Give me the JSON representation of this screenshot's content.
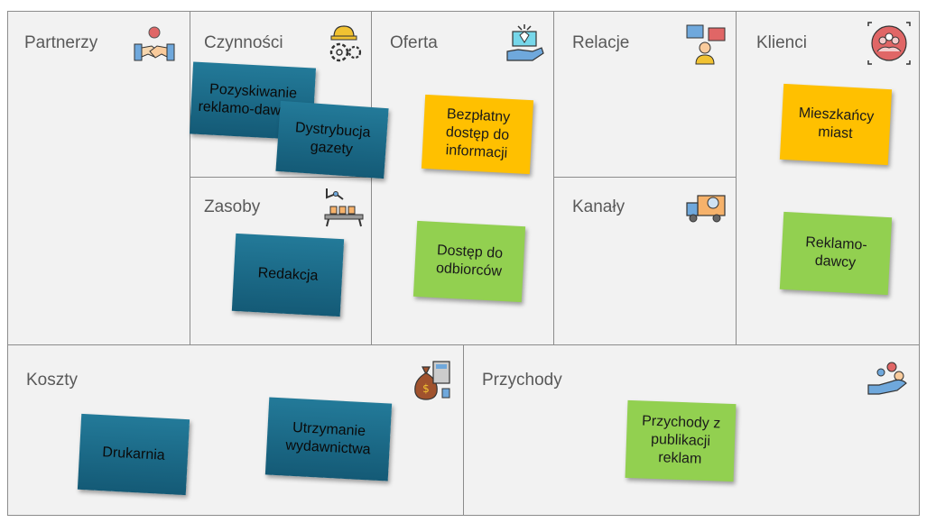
{
  "canvas": {
    "sections": {
      "partnerzy": {
        "title": "Partnerzy",
        "icon": "handshake-icon"
      },
      "czynnosci": {
        "title": "Czynności",
        "icon": "worker-gear-icon"
      },
      "zasoby": {
        "title": "Zasoby",
        "icon": "conveyor-robot-icon"
      },
      "oferta": {
        "title": "Oferta",
        "icon": "gift-hand-icon"
      },
      "relacje": {
        "title": "Relacje",
        "icon": "chat-people-icon"
      },
      "kanaly": {
        "title": "Kanały",
        "icon": "delivery-truck-icon"
      },
      "klienci": {
        "title": "Klienci",
        "icon": "customer-target-icon"
      },
      "koszty": {
        "title": "Koszty",
        "icon": "money-bag-calculator-icon"
      },
      "przychody": {
        "title": "Przychody",
        "icon": "hand-coins-icon"
      }
    },
    "notes": {
      "pozyskiwanie": "Pozyskiwanie reklamo-dawców",
      "dystrybucja": "Dystrybucja gazety",
      "redakcja": "Redakcja",
      "bezplatny": "Bezpłatny dostęp do informacji",
      "dostep": "Dostęp do odbiorców",
      "mieszkancy": "Mieszkańcy miast",
      "reklamodawcy": "Reklamo-dawcy",
      "drukarnia": "Drukarnia",
      "utrzymanie": "Utrzymanie wydawnictwa",
      "przychody_reklam": "Przychody z publikacji reklam"
    },
    "colors": {
      "teal": "#1c6b8a",
      "yellow": "#ffc000",
      "green": "#92d050",
      "cell_bg": "#f2f2f2",
      "border": "#8c8c8c"
    }
  }
}
